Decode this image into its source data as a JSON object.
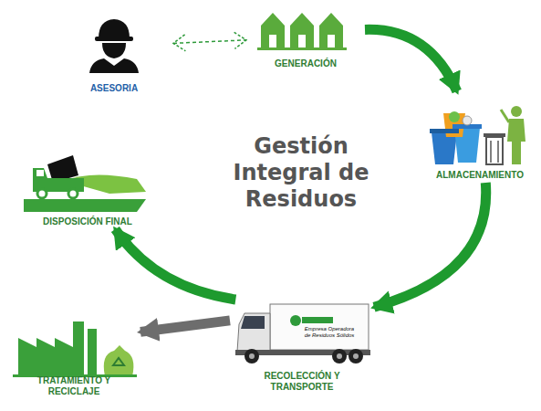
{
  "diagram": {
    "title": "Gestión Integral de Residuos",
    "nodes": [
      {
        "text": [
          "ASESORIA"
        ]
      },
      {
        "text": [
          "GENERACIÓN"
        ]
      },
      {
        "text": [
          "ALMACENAMIENTO"
        ]
      },
      {
        "text": [
          "RECOLECCIÓN Y TRANSPORTE"
        ]
      },
      {
        "text": [
          "TRATAMIENTO Y RECICLAJE"
        ]
      },
      {
        "text": [
          "DISPOSICIÓN FINAL"
        ]
      }
    ],
    "edges": [
      {
        "from": 0,
        "to": 1,
        "arrow": "both"
      },
      {
        "from": 1,
        "to": 2,
        "arrow": "to"
      },
      {
        "from": 2,
        "to": 3,
        "arrow": "to"
      },
      {
        "from": 3,
        "to": 5,
        "arrow": "to"
      },
      {
        "from": 3,
        "to": 4,
        "arrow": "to"
      }
    ],
    "labels": [
      "Empresa Operadora de Residuos Sólidos"
    ]
  }
}
